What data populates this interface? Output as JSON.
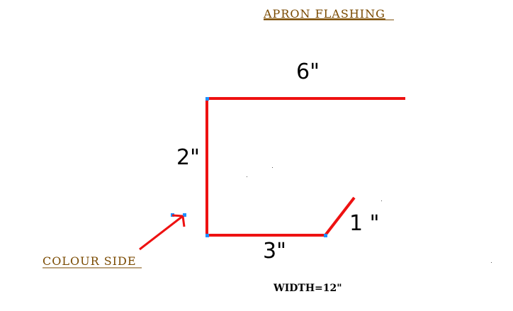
{
  "title": "APRON FLASHING",
  "dimensions": {
    "top": "6\"",
    "side": "2\"",
    "bottom": "3\"",
    "kick": "1 \""
  },
  "colour_side_label": "COLOUR SIDE",
  "width_label": "WIDTH=12\"",
  "colors": {
    "profile_line": "#ee1111",
    "node_point": "#1e90ff",
    "label_brown": "#7a4a00",
    "text": "#000000"
  }
}
